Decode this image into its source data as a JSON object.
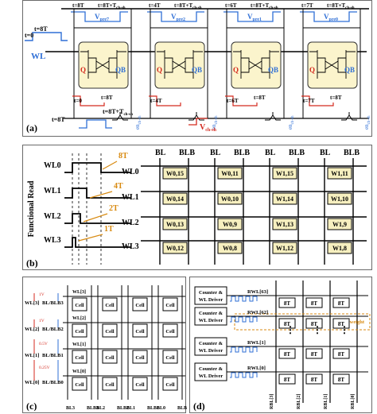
{
  "panel_a": {
    "label": "(a)",
    "wl": "WL",
    "t0": "t=0",
    "t8_left": "t=8T",
    "timing_top": [
      {
        "start": "t=8T",
        "end": "t=8T+T",
        "sub": "ch-sh"
      },
      {
        "start": "t=4T",
        "end": "t=8T+T",
        "sub": "ch-sh"
      },
      {
        "start": "t=6T",
        "end": "t=8T+T",
        "sub": "ch-sh"
      },
      {
        "start": "t=7T",
        "end": "t=8T+T",
        "sub": "ch-sh"
      }
    ],
    "vpre": [
      {
        "main": "V",
        "sub": "pre7"
      },
      {
        "main": "V",
        "sub": "pre2"
      },
      {
        "main": "V",
        "sub": "pre1"
      },
      {
        "main": "V",
        "sub": "pre0"
      }
    ],
    "q": "Q",
    "qb": "QB",
    "timing_bottom": [
      {
        "start": "t=0",
        "end": "t=8T"
      },
      {
        "start": "t=4T",
        "end": ""
      },
      {
        "start": "t=6T",
        "end": "t=8T"
      },
      {
        "start": "t=7T",
        "end": "t=8T"
      }
    ],
    "en_label": "en",
    "en_sub": "ch-sh",
    "vchsh": {
      "main": "V",
      "sub": "ch-sh"
    },
    "t8_bottom": "t=8T",
    "t8_bottom2": "t=8T+T",
    "t8_bottom2_sub": "ch-sh"
  },
  "panel_b": {
    "label": "(b)",
    "side_title": "Functional Read",
    "wl_rows": [
      "WL0",
      "WL1",
      "WL2",
      "WL3"
    ],
    "arrow_labels": [
      "8T",
      "4T",
      "2T",
      "1T"
    ],
    "column_headers": [
      "BL",
      "BLB",
      "BL",
      "BLB",
      "BL",
      "BLB",
      "BL",
      "BLB"
    ],
    "grid_rows": [
      {
        "label": "WL0",
        "cells": [
          "W0,15",
          "W0,11",
          "W1,15",
          "W1,11"
        ]
      },
      {
        "label": "WL1",
        "cells": [
          "W0,14",
          "W0,10",
          "W1,14",
          "W1,10"
        ]
      },
      {
        "label": "WL2",
        "cells": [
          "W0,13",
          "W0,9",
          "W1,13",
          "W1,9"
        ]
      },
      {
        "label": "WL3",
        "cells": [
          "W0,12",
          "W0,8",
          "W1,12",
          "W1,8"
        ]
      }
    ]
  },
  "panel_c": {
    "label": "(c)",
    "wl_tags": [
      "WL[3]",
      "WL[2]",
      "WL[1]",
      "WL[0]"
    ],
    "pairs": [
      "BL/BLB3",
      "BL/BLB2",
      "BL/BLB1",
      "BL/BLB0"
    ],
    "side_wl": [
      "WL[3]",
      "WL[2]",
      "WL[1]",
      "WL[0]"
    ],
    "voltages": [
      "1V",
      "1V",
      "0.5V",
      "0.25V"
    ],
    "cell": "Cell",
    "bottom_labels": [
      "BL3",
      "BLB3",
      "BL2",
      "BLB2",
      "BL1",
      "BLB1",
      "BL0",
      "BLB0"
    ]
  },
  "panel_d": {
    "label": "(d)",
    "drivers": [
      "Counter &",
      "WL Driver"
    ],
    "rwl": [
      "RWL[63]",
      "RWL[62]",
      "RWL[1]",
      "RWL[0]"
    ],
    "cell": "8T",
    "weight": "4-bit weight",
    "rbl": [
      "RBL[3]",
      "RBL[2]",
      "RBL[1]",
      "RBL[0]"
    ],
    "dots": "⋮"
  },
  "colors": {
    "panel_border": "#6a6a6a",
    "signal_blue": "#2f6fd6",
    "signal_red": "#d42a1f",
    "cell_fill": "#f6efbf",
    "cell_box": "#fbf4cc",
    "weight_orange": "#d88a10"
  }
}
